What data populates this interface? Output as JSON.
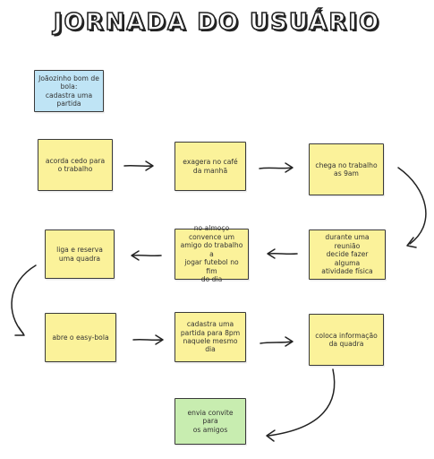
{
  "title": "JORNADA DO USUÁRIO",
  "persona": "Joãozinho bom de bola:\ncadastra uma partida",
  "steps": [
    "acorda cedo para\no trabalho",
    "exagera no café\nda manhã",
    "chega no trabalho\nas 9am",
    "durante uma reunião\ndecide fazer alguma\natividade física",
    "no almoço convence um\namigo do trabalho a\njogar futebol no fim\ndo dia",
    "liga e reserva\numa quadra",
    "abre o easy-bola",
    "cadastra uma\npartida para 8pm\nnaquele mesmo dia",
    "coloca informação\nda quadra",
    "envia convite para\nos amigos"
  ],
  "colors": {
    "step": "#fbf29a",
    "persona": "#bfe4f5",
    "final": "#c8edb0",
    "ink": "#222222"
  }
}
